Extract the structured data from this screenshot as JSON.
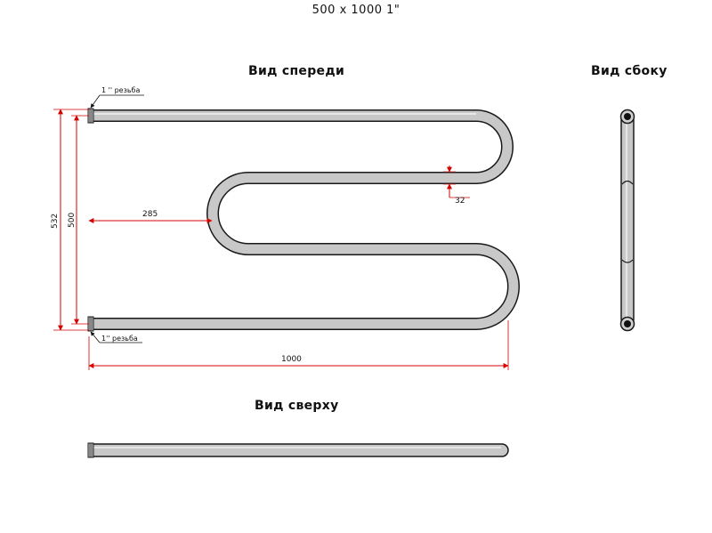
{
  "title": "500 x 1000 1\"",
  "views": {
    "front": "Вид спереди",
    "side": "Вид сбоку",
    "top": "Вид сверху"
  },
  "notes": {
    "thread_top": "1 '' резьба",
    "thread_bottom": "1'' резьба"
  },
  "dimensions": {
    "total_height": "532",
    "axis_height": "500",
    "indent": "285",
    "tube": "32",
    "width": "1000"
  },
  "colors": {
    "tube": "#c8c8c8",
    "outline": "#1a1a1a",
    "dim_line": "#d40000"
  }
}
